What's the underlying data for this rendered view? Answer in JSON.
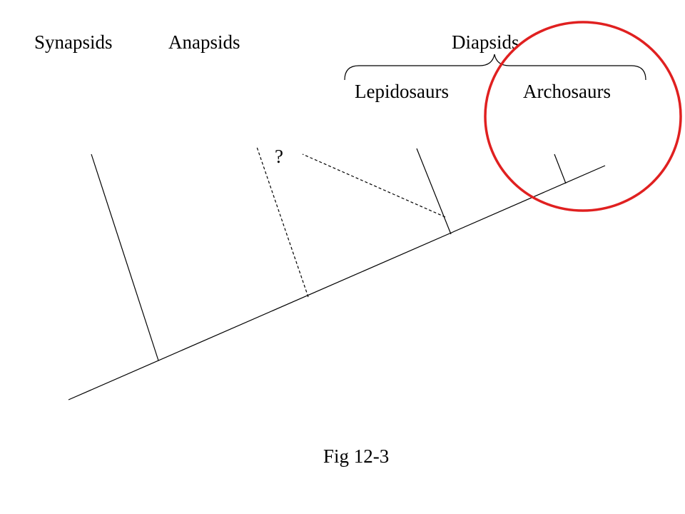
{
  "labels": {
    "synapsids": "Synapsids",
    "anapsids": "Anapsids",
    "diapsids": "Diapsids",
    "lepidosaurs": "Lepidosaurs",
    "archosaurs": "Archosaurs",
    "unknown": "?",
    "caption": "Fig 12-3"
  },
  "colors": {
    "line": "#000000",
    "highlight_circle": "#e02020",
    "background": "#ffffff"
  }
}
